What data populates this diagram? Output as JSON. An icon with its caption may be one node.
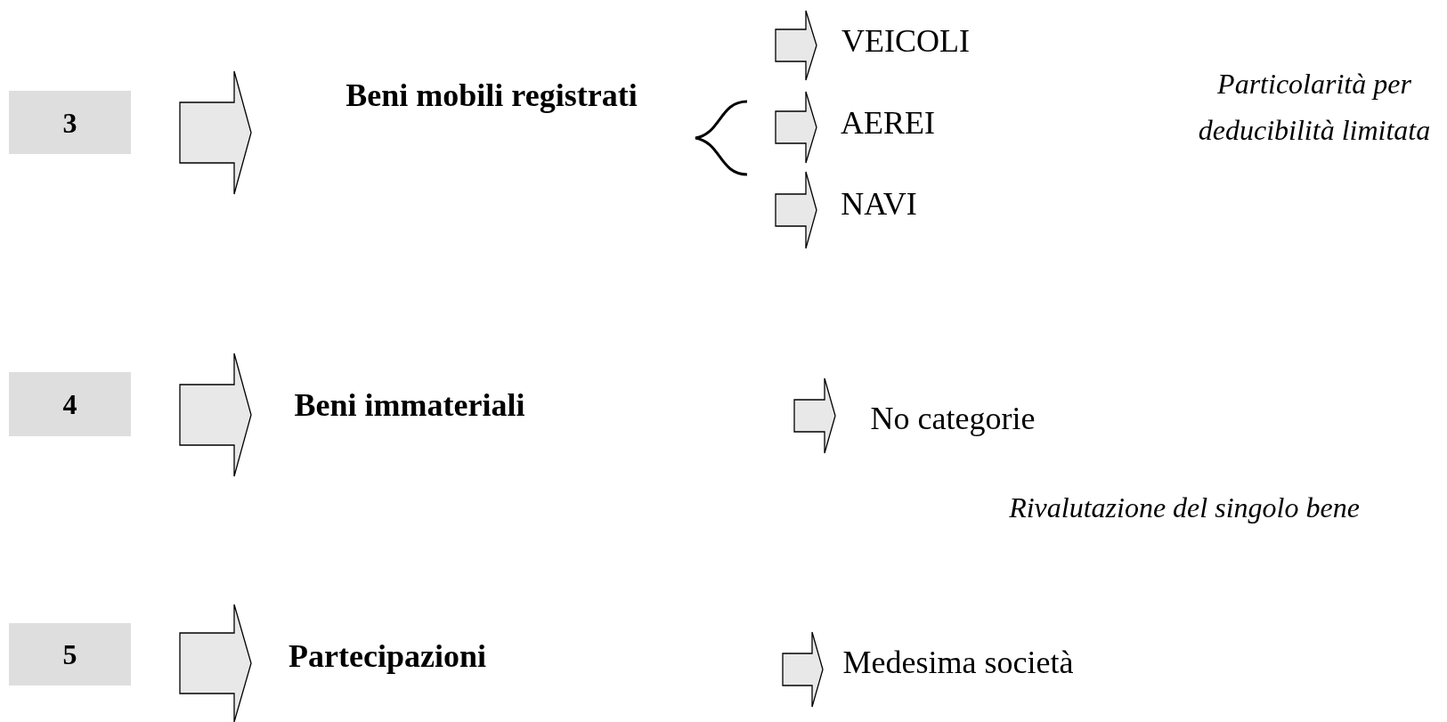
{
  "diagram": {
    "nodes": [
      {
        "text": [
          "3"
        ]
      },
      {
        "text": [
          "Beni mobili registrati"
        ]
      },
      {
        "text": [
          "VEICOLI"
        ]
      },
      {
        "text": [
          "AEREI"
        ]
      },
      {
        "text": [
          "NAVI"
        ]
      },
      {
        "text": [
          "4"
        ]
      },
      {
        "text": [
          "Beni immateriali"
        ]
      },
      {
        "text": [
          "No categorie"
        ]
      },
      {
        "text": [
          "5"
        ]
      },
      {
        "text": [
          "Partecipazioni"
        ]
      },
      {
        "text": [
          "Medesima società"
        ]
      }
    ],
    "edges": [
      {
        "from": 0,
        "to": 1,
        "arrow": "to"
      },
      {
        "from": null,
        "to": 2,
        "arrow": "to"
      },
      {
        "from": null,
        "to": 3,
        "arrow": "to"
      },
      {
        "from": null,
        "to": 4,
        "arrow": "to"
      },
      {
        "from": 5,
        "to": 6,
        "arrow": "to"
      },
      {
        "from": null,
        "to": 7,
        "arrow": "to"
      },
      {
        "from": 8,
        "to": 9,
        "arrow": "to"
      },
      {
        "from": null,
        "to": 10,
        "arrow": "to"
      }
    ],
    "labels": [
      "Particolarità per deducibilità limitata",
      "Rivalutazione del singolo bene"
    ]
  }
}
